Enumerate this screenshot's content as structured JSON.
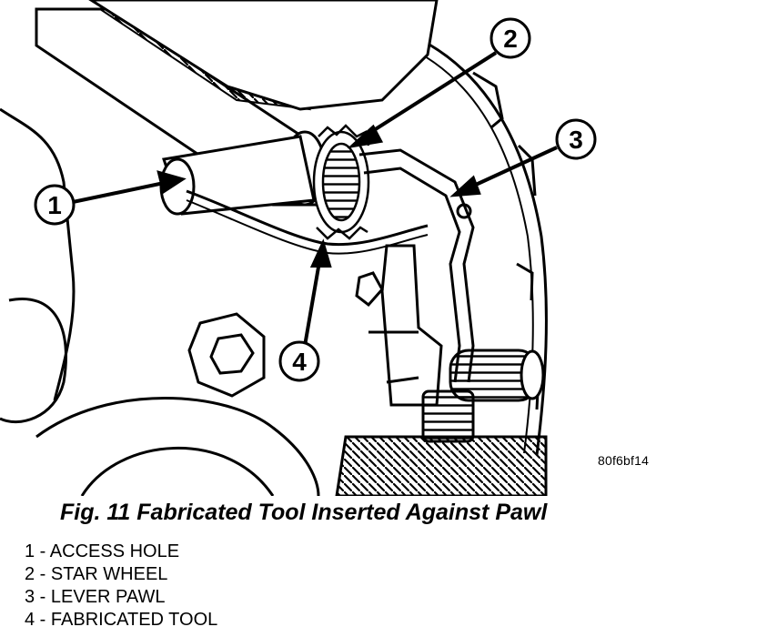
{
  "figure": {
    "code": "80f6bf14",
    "caption": "Fig. 11 Fabricated Tool Inserted Against Pawl",
    "callouts": [
      {
        "number": "1",
        "label": "ACCESS HOLE"
      },
      {
        "number": "2",
        "label": "STAR WHEEL"
      },
      {
        "number": "3",
        "label": "LEVER PAWL"
      },
      {
        "number": "4",
        "label": "FABRICATED TOOL"
      }
    ]
  },
  "legend": [
    "1 - ACCESS HOLE",
    "2 - STAR WHEEL",
    "3 - LEVER PAWL",
    "4 - FABRICATED TOOL"
  ]
}
